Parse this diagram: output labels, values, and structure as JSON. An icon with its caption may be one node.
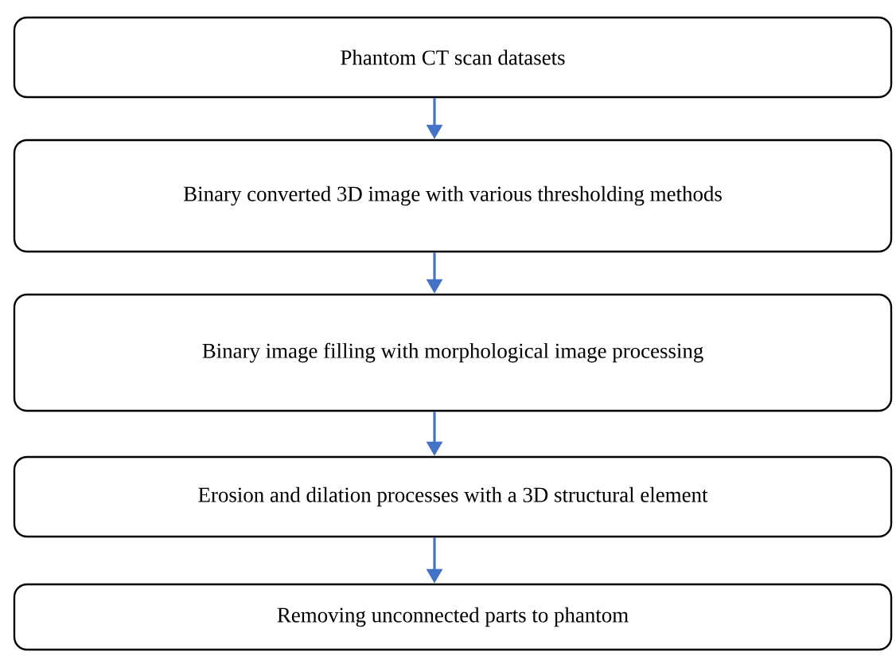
{
  "diagram": {
    "nodes": [
      {
        "text": [
          "Phantom CT scan datasets"
        ]
      },
      {
        "text": [
          "Binary converted 3D image with various thresholding methods"
        ]
      },
      {
        "text": [
          "Binary image filling with morphological image processing"
        ]
      },
      {
        "text": [
          "Erosion and dilation processes with a 3D structural element"
        ]
      },
      {
        "text": [
          "Removing unconnected parts to phantom"
        ]
      }
    ],
    "edges": [
      {
        "from": 0,
        "to": 1,
        "arrow": "to",
        "color": "#4472c4"
      },
      {
        "from": 1,
        "to": 2,
        "arrow": "to",
        "color": "#4472c4"
      },
      {
        "from": 2,
        "to": 3,
        "arrow": "to",
        "color": "#4472c4"
      },
      {
        "from": 3,
        "to": 4,
        "arrow": "to",
        "color": "#4472c4"
      }
    ]
  }
}
